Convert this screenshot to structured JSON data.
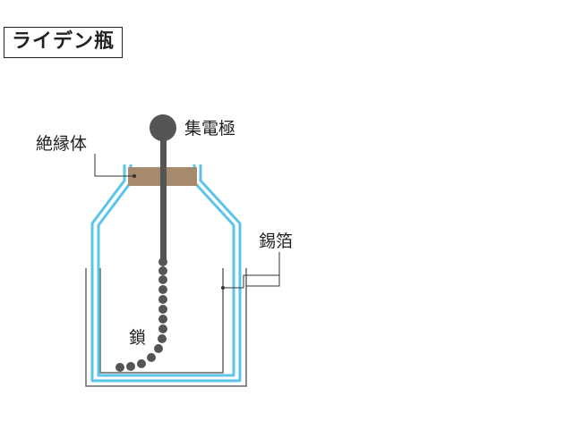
{
  "title": "ライデン瓶",
  "labels": {
    "electrode": "集電極",
    "insulator": "絶縁体",
    "tinfoil": "錫箔",
    "chain": "鎖"
  },
  "colors": {
    "glass": "#5bc4e8",
    "insulator": "#a68a6d",
    "electrode": "#555555",
    "foil_line": "#333333"
  }
}
